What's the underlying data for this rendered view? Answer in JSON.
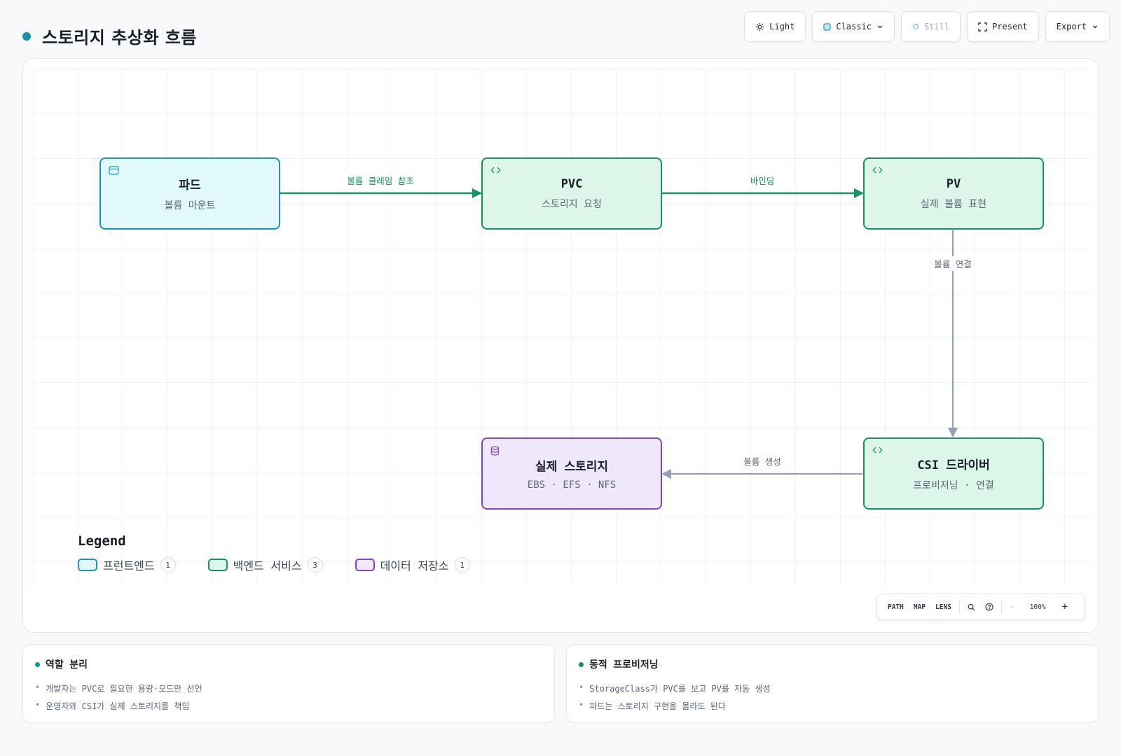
{
  "header": {
    "title": "스토리지 추상화 흐름",
    "toolbar": {
      "light": "Light",
      "classic": "Classic",
      "still": "Still",
      "present": "Present",
      "export": "Export"
    }
  },
  "diagram": {
    "nodes": [
      {
        "id": "pod",
        "title": "파드",
        "subtitle": "볼륨 마운트",
        "category": "frontend",
        "icon": "window-icon"
      },
      {
        "id": "pvc",
        "title": "PVC",
        "subtitle": "스토리지 요청",
        "category": "backend",
        "icon": "code-icon"
      },
      {
        "id": "pv",
        "title": "PV",
        "subtitle": "실제 볼륨 표현",
        "category": "backend",
        "icon": "code-icon"
      },
      {
        "id": "csi",
        "title": "CSI 드라이버",
        "subtitle": "프로비저닝 · 연결",
        "category": "backend",
        "icon": "code-icon"
      },
      {
        "id": "storage",
        "title": "실제 스토리지",
        "subtitle": "EBS · EFS · NFS",
        "category": "data",
        "icon": "database-icon"
      }
    ],
    "edges": [
      {
        "from": "pod",
        "to": "pvc",
        "label": "볼륨 클레임 참조",
        "style": "primary"
      },
      {
        "from": "pvc",
        "to": "pv",
        "label": "바인딩",
        "style": "primary"
      },
      {
        "from": "pv",
        "to": "csi",
        "label": "볼륨 연결",
        "style": "secondary"
      },
      {
        "from": "csi",
        "to": "storage",
        "label": "볼륨 생성",
        "style": "secondary"
      }
    ]
  },
  "legend": {
    "title": "Legend",
    "items": [
      {
        "label": "프런트엔드",
        "count": "1",
        "category": "frontend"
      },
      {
        "label": "백엔드 서비스",
        "count": "3",
        "category": "backend"
      },
      {
        "label": "데이터 저장소",
        "count": "1",
        "category": "data"
      }
    ]
  },
  "zoom": {
    "path": "PATH",
    "map": "MAP",
    "lens": "LENS",
    "minus": "−",
    "level": "100%",
    "plus": "+"
  },
  "cards": [
    {
      "title": "역할 분리",
      "dot_color": "#1591a8",
      "items": [
        "개발자는 PVC로 필요한 용량·모드만 선언",
        "운영자와 CSI가 실제 스토리지를 책임"
      ]
    },
    {
      "title": "동적 프로비저닝",
      "dot_color": "#12955f",
      "items": [
        "StorageClass가 PVC를 보고 PV를 자동 생성",
        "파드는 스토리지 구현을 몰라도 된다"
      ]
    }
  ],
  "colors": {
    "accent": "#1591a8",
    "frontend": "#1a96b3",
    "backend": "#12955f",
    "data": "#8342d6",
    "edge_secondary": "#94a1b3"
  }
}
